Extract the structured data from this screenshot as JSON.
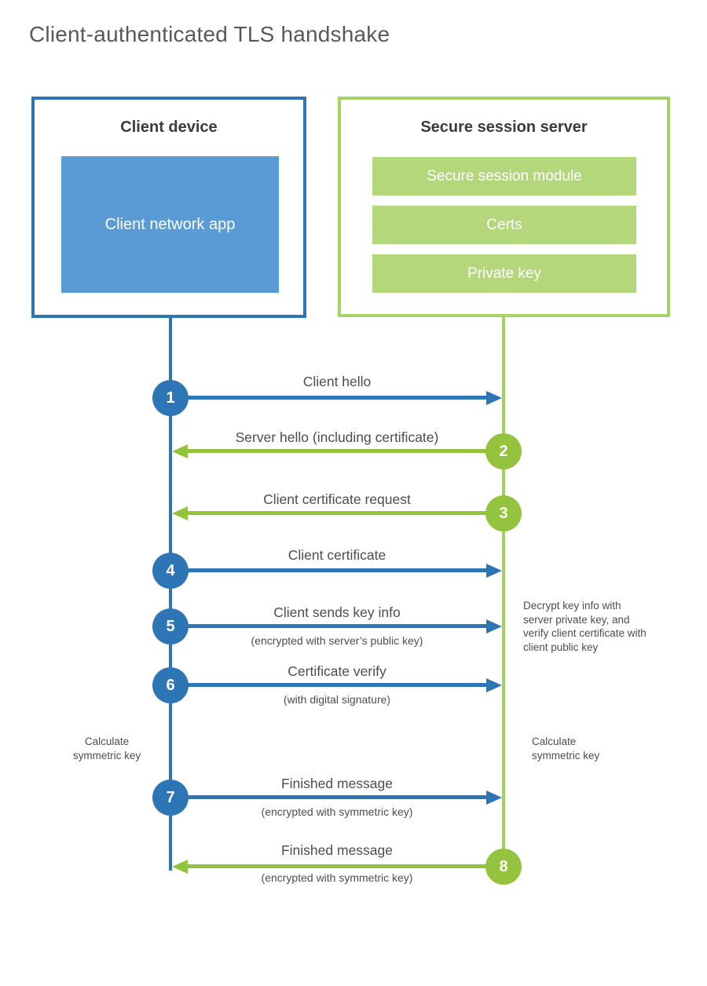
{
  "diagram": {
    "title": "Client-authenticated TLS handshake"
  },
  "colors": {
    "blue": "#2e75b6",
    "blue_fill": "#5b9bd5",
    "green": "#94c43e",
    "green_border": "#a6d164",
    "green_fill": "#b4d77c",
    "text_gray": "#4d4d4d"
  },
  "actors": {
    "client": {
      "title": "Client device",
      "app": "Client network app"
    },
    "server": {
      "title": "Secure session server",
      "modules": [
        "Secure session module",
        "Certs",
        "Private key"
      ]
    }
  },
  "messages": [
    {
      "num": "1",
      "from": "client",
      "to": "server",
      "label": "Client hello",
      "sublabel": ""
    },
    {
      "num": "2",
      "from": "server",
      "to": "client",
      "label": "Server hello (including certificate)",
      "sublabel": ""
    },
    {
      "num": "3",
      "from": "server",
      "to": "client",
      "label": "Client certificate request",
      "sublabel": ""
    },
    {
      "num": "4",
      "from": "client",
      "to": "server",
      "label": "Client certificate",
      "sublabel": ""
    },
    {
      "num": "5",
      "from": "client",
      "to": "server",
      "label": "Client sends key info",
      "sublabel": "(encrypted with server’s public key)"
    },
    {
      "num": "6",
      "from": "client",
      "to": "server",
      "label": "Certificate verify",
      "sublabel": "(with digital signature)"
    },
    {
      "num": "7",
      "from": "client",
      "to": "server",
      "label": "Finished message",
      "sublabel": "(encrypted with symmetric key)"
    },
    {
      "num": "8",
      "from": "server",
      "to": "client",
      "label": "Finished message",
      "sublabel": "(encrypted with symmetric key)"
    }
  ],
  "annotations": {
    "decrypt_note": "Decrypt key info with server private key, and verify client certificate with client public key",
    "calc_left": "Calculate symmetric key",
    "calc_right": "Calculate symmetric key"
  }
}
